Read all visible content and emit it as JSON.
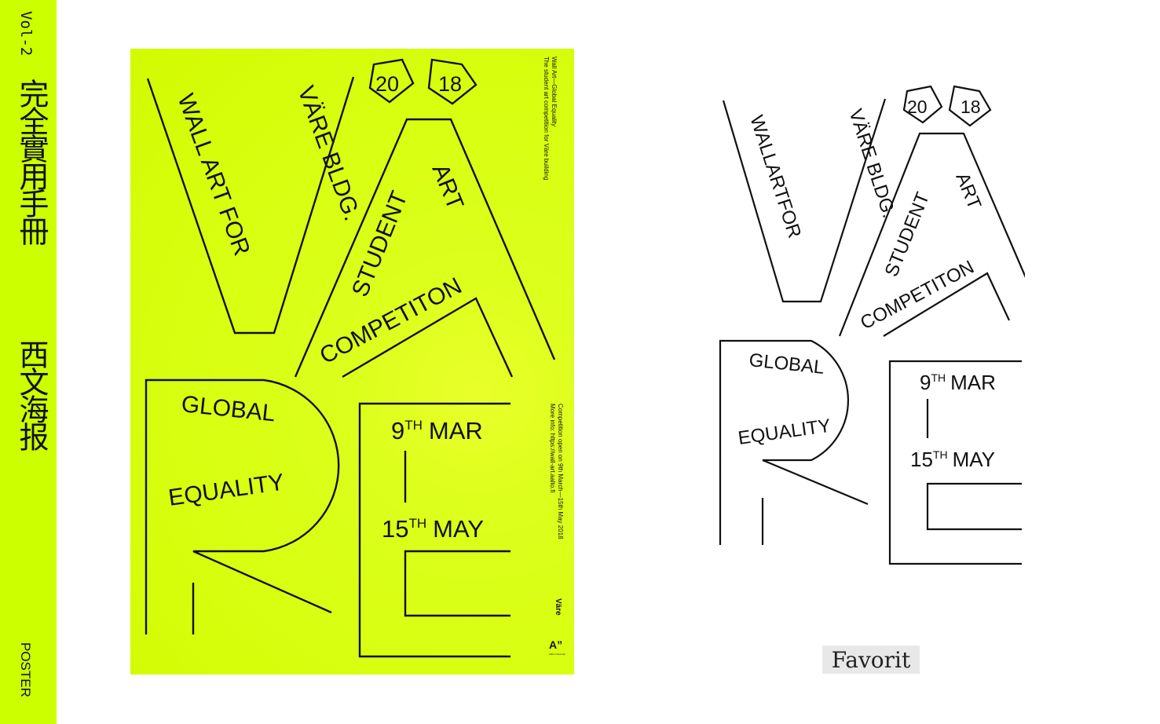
{
  "sidebar": {
    "volume": "Vol-2",
    "title_cn": "完全實用手冊",
    "subtitle_cn": "西文海报",
    "category": "POSTER",
    "accent_color": "#ccff00"
  },
  "poster": {
    "year_left": "20",
    "year_right": "18",
    "v_line1": "VÄRE BLDG.",
    "v_line2": "WALL ART FOR",
    "a_line1": "ART",
    "a_line2": "STUDENT",
    "a_line3": "COMPETITON",
    "r_line1": "GLOBAL",
    "r_line2": "EQUALITY",
    "date_start_day": "9",
    "date_start_sup": "TH",
    "date_start_month": "MAR",
    "date_end_day": "15",
    "date_end_sup": "TH",
    "date_end_month": "MAY",
    "side_title": "Wall Art—Global Equality",
    "side_subtitle": "The student art competition for Väre building",
    "side_info1": "Competition open on 9th March—15th May 2018",
    "side_info2": "More info: https://wall-art.aalto.fi",
    "logo_text": "A”",
    "logo_sub": "Aalto University",
    "vare_mark": "Väre",
    "background_color": "#d8ff10"
  },
  "lineart": {
    "year_left": "20",
    "year_right": "18",
    "v_line1": "VÄRE BLDG.",
    "v_line2": "WALLARTFOR",
    "a_line1": "ART",
    "a_line2": "STUDENT",
    "a_line3": "COMPETITON",
    "r_line1": "GLOBAL",
    "r_line2": "EQUALITY",
    "date_start_day": "9",
    "date_start_sup": "TH",
    "date_start_month": "MAR",
    "date_end_day": "15",
    "date_end_sup": "TH",
    "date_end_month": "MAY"
  },
  "font_label": "Favorit"
}
